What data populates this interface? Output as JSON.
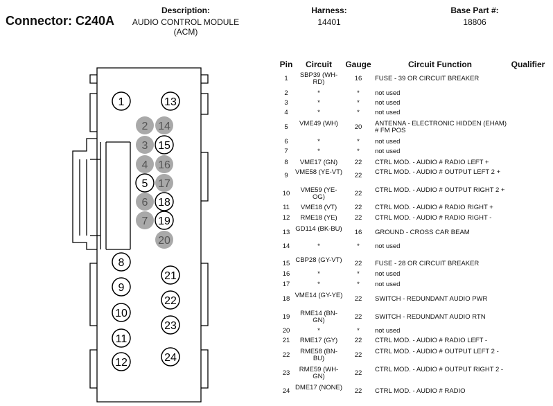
{
  "header": {
    "connector_label": "Connector: C240A",
    "description_label": "Description:",
    "description_value_1": "AUDIO CONTROL MODULE",
    "description_value_2": "(ACM)",
    "harness_label": "Harness:",
    "harness_value": "14401",
    "base_part_label": "Base Part #:",
    "base_part_value": "18806"
  },
  "table": {
    "columns": [
      "Pin",
      "Circuit",
      "Gauge",
      "Circuit Function",
      "Qualifier"
    ],
    "rows": [
      {
        "pin": "1",
        "circuit": "SBP39 (WH-RD)",
        "gauge": "16",
        "function": "FUSE - 39 OR CIRCUIT BREAKER"
      },
      {
        "pin": "2",
        "circuit": "*",
        "gauge": "*",
        "function": "not used"
      },
      {
        "pin": "3",
        "circuit": "*",
        "gauge": "*",
        "function": "not used"
      },
      {
        "pin": "4",
        "circuit": "*",
        "gauge": "*",
        "function": "not used"
      },
      {
        "pin": "5",
        "circuit": "VME49 (WH)",
        "gauge": "20",
        "function": "ANTENNA - ELECTRONIC HIDDEN (EHAM) # FM POS"
      },
      {
        "pin": "6",
        "circuit": "*",
        "gauge": "*",
        "function": "not used"
      },
      {
        "pin": "7",
        "circuit": "*",
        "gauge": "*",
        "function": "not used"
      },
      {
        "pin": "8",
        "circuit": "VME17 (GN)",
        "gauge": "22",
        "function": "CTRL MOD. - AUDIO # RADIO LEFT +"
      },
      {
        "pin": "9",
        "circuit": "VME58 (YE-VT)",
        "gauge": "22",
        "function": "CTRL MOD. - AUDIO # OUTPUT LEFT 2 +"
      },
      {
        "pin": "10",
        "circuit": "VME59 (YE-OG)",
        "gauge": "22",
        "function": "CTRL MOD. - AUDIO # OUTPUT RIGHT 2 +"
      },
      {
        "pin": "11",
        "circuit": "VME18 (VT)",
        "gauge": "22",
        "function": "CTRL MOD. - AUDIO # RADIO RIGHT +"
      },
      {
        "pin": "12",
        "circuit": "RME18 (YE)",
        "gauge": "22",
        "function": "CTRL MOD. - AUDIO # RADIO RIGHT -"
      },
      {
        "pin": "13",
        "circuit": "GD114 (BK-BU)",
        "gauge": "16",
        "function": "GROUND - CROSS CAR BEAM"
      },
      {
        "pin": "14",
        "circuit": "*",
        "gauge": "*",
        "function": "not used"
      },
      {
        "pin": "15",
        "circuit": "CBP28 (GY-VT)",
        "gauge": "22",
        "function": "FUSE - 28 OR CIRCUIT BREAKER"
      },
      {
        "pin": "16",
        "circuit": "*",
        "gauge": "*",
        "function": "not used"
      },
      {
        "pin": "17",
        "circuit": "*",
        "gauge": "*",
        "function": "not used"
      },
      {
        "pin": "18",
        "circuit": "VME14 (GY-YE)",
        "gauge": "22",
        "function": "SWITCH - REDUNDANT AUDIO PWR"
      },
      {
        "pin": "19",
        "circuit": "RME14 (BN-GN)",
        "gauge": "22",
        "function": "SWITCH - REDUNDANT AUDIO RTN"
      },
      {
        "pin": "20",
        "circuit": "*",
        "gauge": "*",
        "function": "not used"
      },
      {
        "pin": "21",
        "circuit": "RME17 (GY)",
        "gauge": "22",
        "function": "CTRL MOD. - AUDIO # RADIO LEFT -"
      },
      {
        "pin": "22",
        "circuit": "RME58 (BN-BU)",
        "gauge": "22",
        "function": "CTRL MOD. - AUDIO # OUTPUT LEFT 2 -"
      },
      {
        "pin": "23",
        "circuit": "RME59 (WH-GN)",
        "gauge": "22",
        "function": "CTRL MOD. - AUDIO # OUTPUT RIGHT 2 -"
      },
      {
        "pin": "24",
        "circuit": "DME17 (NONE)",
        "gauge": "22",
        "function": "CTRL MOD. - AUDIO # RADIO"
      }
    ]
  },
  "connector_pins": [
    {
      "label": "1",
      "used": true
    },
    {
      "label": "13",
      "used": true
    },
    {
      "label": "2",
      "used": false
    },
    {
      "label": "14",
      "used": false
    },
    {
      "label": "3",
      "used": false
    },
    {
      "label": "15",
      "used": true
    },
    {
      "label": "4",
      "used": false
    },
    {
      "label": "16",
      "used": false
    },
    {
      "label": "5",
      "used": true
    },
    {
      "label": "17",
      "used": false
    },
    {
      "label": "6",
      "used": false
    },
    {
      "label": "18",
      "used": true
    },
    {
      "label": "7",
      "used": false
    },
    {
      "label": "19",
      "used": true
    },
    {
      "label": "20",
      "used": false
    },
    {
      "label": "8",
      "used": true
    },
    {
      "label": "9",
      "used": true
    },
    {
      "label": "21",
      "used": true
    },
    {
      "label": "10",
      "used": true
    },
    {
      "label": "22",
      "used": true
    },
    {
      "label": "11",
      "used": true
    },
    {
      "label": "23",
      "used": true
    },
    {
      "label": "12",
      "used": true
    },
    {
      "label": "24",
      "used": true
    }
  ],
  "colors": {
    "used_pin_fill": "#ffffff",
    "unused_pin_fill": "#a9a9a9",
    "outline": "#000000"
  }
}
